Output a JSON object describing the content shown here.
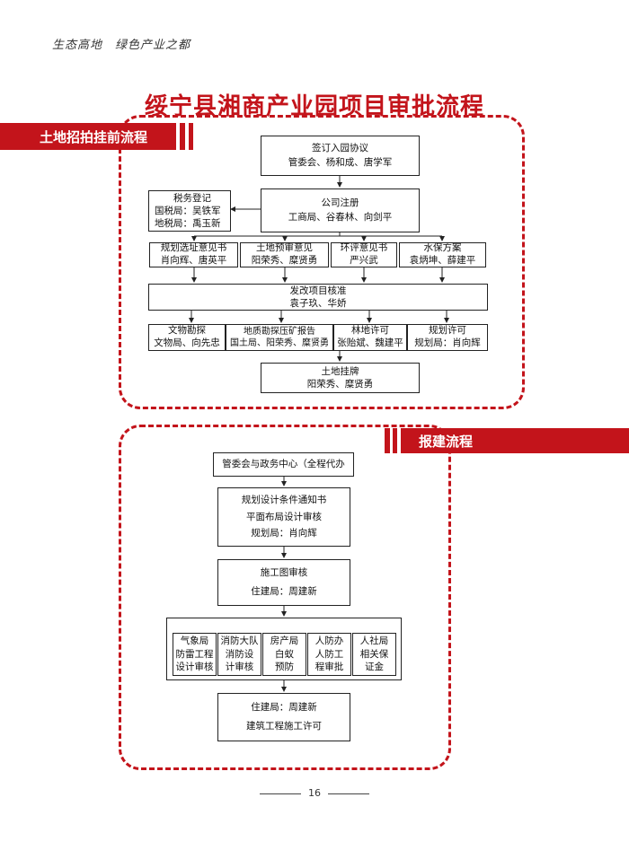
{
  "header": {
    "slogan": "生态高地　绿色产业之都"
  },
  "title": "绥宁县湘商产业园项目审批流程",
  "section1": {
    "banner": "土地招拍挂前流程",
    "sign": {
      "line1": "签订入园协议",
      "line2": "管委会、杨和成、唐学军"
    },
    "tax": {
      "line1": "税务登记",
      "line2": "国税局：吴铁军",
      "line3": "地税局：禹玉新"
    },
    "company": {
      "line1": "公司注册",
      "line2": "工商局、谷春林、向剑平"
    },
    "row1": [
      {
        "line1": "规划选址意见书",
        "line2": "肖向辉、唐英平"
      },
      {
        "line1": "土地预审意见",
        "line2": "阳荣秀、糜贤勇"
      },
      {
        "line1": "环评意见书",
        "line2": "严兴武"
      },
      {
        "line1": "水保方案",
        "line2": "袁炳坤、薛建平"
      }
    ],
    "reform": {
      "line1": "发改项目核准",
      "line2": "袁子玖、华娇"
    },
    "row2": [
      {
        "line1": "文物勘探",
        "line2": "文物局、向先忠"
      },
      {
        "line1": "地质勘探压矿报告",
        "line2": "国土局、阳荣秀、糜贤勇"
      },
      {
        "line1": "林地许可",
        "line2": "张贻斌、魏建平"
      },
      {
        "line1": "规划许可",
        "line2": "规划局：肖向辉"
      }
    ],
    "listing": {
      "line1": "土地挂牌",
      "line2": "阳荣秀、糜贤勇"
    }
  },
  "section2": {
    "banner": "报建流程",
    "center": {
      "line1": "管委会与政务中心（全程代办"
    },
    "planning": {
      "line1": "规划设计条件通知书",
      "line2": "平面布局设计审核",
      "line3": "规划局：肖向辉"
    },
    "construction": {
      "line1": "施工图审核",
      "line2": "住建局：周建新"
    },
    "depts": [
      {
        "line1": "气象局",
        "line2": "防雷工程",
        "line3": "设计审核"
      },
      {
        "line1": "消防大队",
        "line2": "消防设",
        "line3": "计审核"
      },
      {
        "line1": "房产局",
        "line2": "白蚁",
        "line3": "预防"
      },
      {
        "line1": "人防办",
        "line2": "人防工",
        "line3": "程审批"
      },
      {
        "line1": "人社局",
        "line2": "相关保",
        "line3": "证金"
      }
    ],
    "permit": {
      "line1": "住建局：周建新",
      "line2": "建筑工程施工许可"
    }
  },
  "footer": {
    "page": "16"
  }
}
